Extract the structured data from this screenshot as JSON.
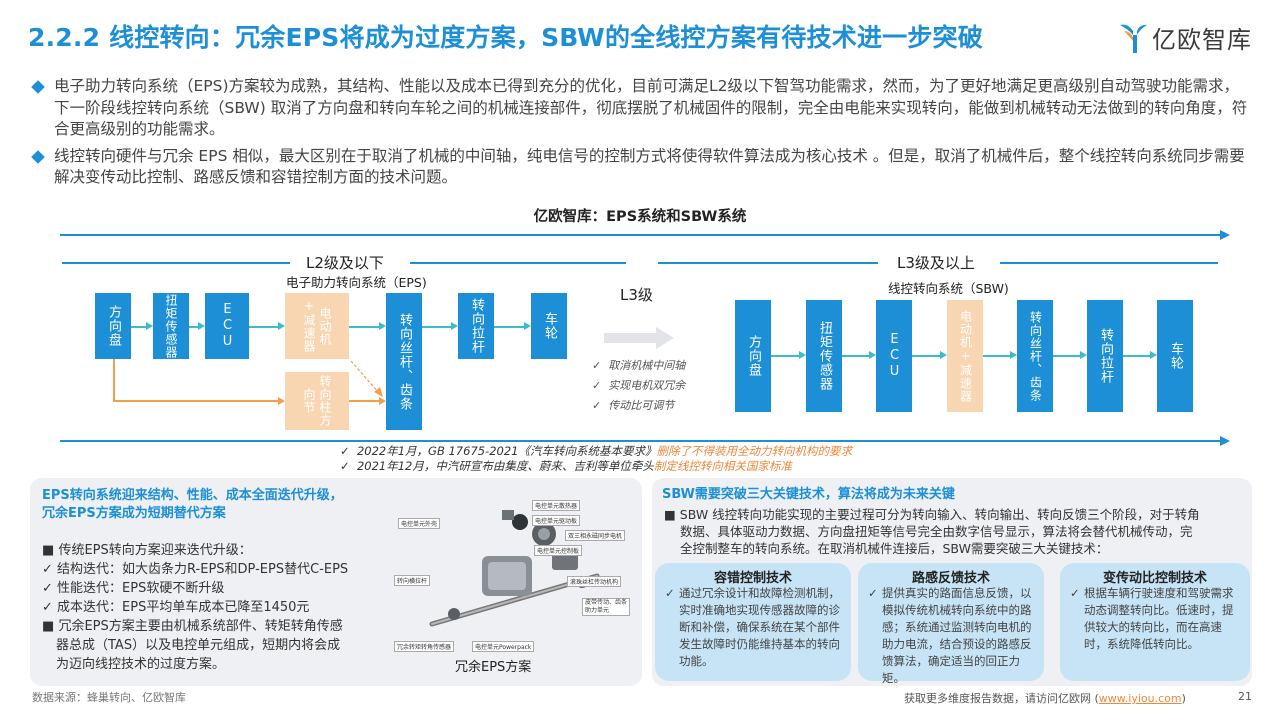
{
  "header": {
    "title": "2.2.2 线控转向：冗余EPS将成为过度方案，SBW的全线控方案有待技术进一步突破",
    "logo_text": "亿欧智库"
  },
  "bullets": [
    "电子助力转向系统（EPS)方案较为成熟，其结构、性能以及成本已得到充分的优化，目前可满足L2级以下智驾功能需求，然而，为了更好地满足更高级别自动驾驶功能需求，下一阶段线控转向系统（SBW) 取消了方向盘和转向车轮之间的机械连接部件，彻底摆脱了机械固件的限制，完全由电能来实现转向，能做到机械转动无法做到的转向角度，符合更高级别的功能需求。",
    "线控转向硬件与冗余 EPS 相似，最大区别在于取消了机械的中间轴，纯电信号的控制方式将使得软件算法成为核心技术 。但是，取消了机械件后，整个线控转向系统同步需要解决变传动比控制、路感反馈和容错控制方面的技术问题。"
  ],
  "diagram": {
    "title": "亿欧智库：EPS系统和SBW系统",
    "left_section": "L2级及以下",
    "left_sub": "电子助力转向系统（EPS)",
    "middle_label": "L3级",
    "right_section": "L3级及以上",
    "right_sub": "线控转向系统（SBW)",
    "eps_boxes": {
      "wheel": "方向盘",
      "torque": "扭矩传感器",
      "ecu": "ECU",
      "motor": "电动机+减速器",
      "rack": "转向丝杆、齿条",
      "tie_rod": "转向拉杆",
      "tire": "车轮",
      "column": "转向柱方向节"
    },
    "sbw_boxes": {
      "wheel": "方向盘",
      "torque": "扭矩传感器",
      "ecu": "ECU",
      "motor": "电动机+减速器",
      "rack": "转向丝杆、齿条",
      "tie_rod": "转向拉杆",
      "tire": "车轮"
    },
    "changes": [
      "取消机械中间轴",
      "实现电机双冗余",
      "传动比可调节"
    ],
    "timeline": [
      {
        "prefix": "2022年1月，GB 17675-2021《汽车转向系统基本要求》",
        "highlight": "删除了不得装用全动力转向机构的要求"
      },
      {
        "prefix": "2021年12月，中汽研宣布由集度、蔚来、吉利等单位牵头",
        "highlight": "制定线控转向相关国家标准"
      }
    ]
  },
  "left_panel": {
    "title_lines": [
      "EPS转向系统迎来结构、性能、成本全面迭代升级，",
      "冗余EPS方案成为短期替代方案"
    ],
    "items": [
      {
        "mark": "■",
        "text": "传统EPS转向方案迎来迭代升级："
      },
      {
        "mark": "✓",
        "text": "结构迭代：如大齿条力R-EPS和DP-EPS替代C-EPS"
      },
      {
        "mark": "✓",
        "text": "性能迭代：EPS软硬不断升级"
      },
      {
        "mark": "✓",
        "text": "成本迭代：EPS平均单车成本已降至1450元"
      },
      {
        "mark": "■",
        "text": "冗余EPS方案主要由机械系统部件、转矩转角传感"
      },
      {
        "mark": "",
        "text": "器总成（TAS）以及电控单元组成，短期内将会成"
      },
      {
        "mark": "",
        "text": "为迈向线控技术的过度方案。"
      }
    ],
    "image_labels": [
      "电控单元外壳",
      "电控单元散热器",
      "电控单元驱动板",
      "双三相永磁同步电机",
      "电控单元控制板",
      "滚珠丝杠传动机构",
      "转向横拉杆",
      "皮带传动、齿条助力单元",
      "冗余转矩转角传感器",
      "电控单元Powerpack"
    ],
    "image_caption": "冗余EPS方案"
  },
  "right_panel": {
    "title": "SBW需要突破三大关键技术，算法将成为未来关键",
    "lines": [
      "■  SBW 线控转向功能实现的主要过程可分为转向输入、转向输出、转向反馈三个阶段，对于转角",
      "数据、具体驱动力数据、方向盘扭矩等信号完全由数字信号显示，算法将会替代机械传动，完",
      "全控制整车的转向系统。在取消机械件连接后，SBW需要突破三大关键技术："
    ],
    "cards": [
      {
        "title": "容错控制技术",
        "body": "通过冗余设计和故障检测机制，实时准确地实现传感器故障的诊断和补偿，确保系统在某个部件发生故障时仍能维持基本的转向功能。"
      },
      {
        "title": "路感反馈技术",
        "body": "提供真实的路面信息反馈，以模拟传统机械转向系统中的路感；系统通过监测转向电机的助力电流，结合预设的路感反馈算法，确定适当的回正力矩。"
      },
      {
        "title": "变传动比控制技术",
        "body": "根据车辆行驶速度和驾驶需求动态调整转向比。低速时，提供较大的转向比，而在高速时，系统降低转向比。"
      }
    ]
  },
  "footer": {
    "source": "数据来源：蜂巢转向、亿欧智库",
    "more_prefix": "获取更多维度报告数据，请访问亿欧网 (",
    "link": "www.iyiou.com",
    "more_suffix": ")",
    "page": "21"
  },
  "colors": {
    "brand_blue": "#1d8fd6",
    "accent_orange": "#f0873a",
    "light_orange": "#f8d6b2",
    "card_blue": "#c6e4f5"
  }
}
